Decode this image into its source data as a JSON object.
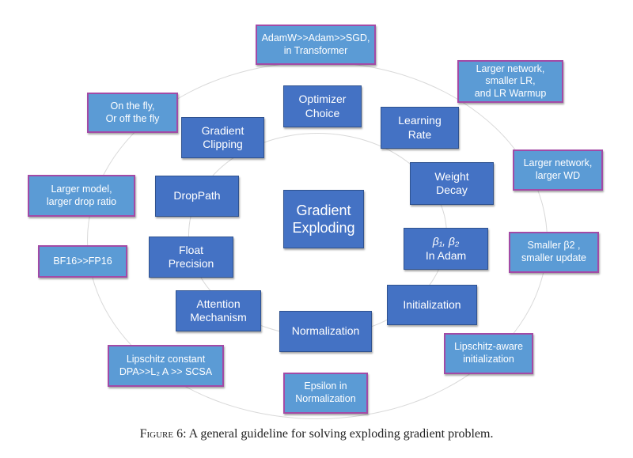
{
  "center": "Gradient\nExploding",
  "factors": {
    "optimizer": "Optimizer\nChoice",
    "learning_rate": "Learning\nRate",
    "weight_decay": "Weight\nDecay",
    "beta_symbols": "β₁, β₂",
    "beta_suffix": "In Adam",
    "initialization": "Initialization",
    "normalization": "Normalization",
    "attention": "Attention\nMechanism",
    "float_precision": "Float\nPrecision",
    "droppath": "DropPath",
    "gradient_clipping": "Gradient\nClipping"
  },
  "guidelines": {
    "optimizer": "AdamW>>Adam>>SGD,\nin Transformer",
    "learning_rate": "Larger network,\nsmaller LR,\nand LR Warmup",
    "weight_decay": "Larger network,\nlarger  WD",
    "beta2": "Smaller β2 ,\nsmaller update",
    "initialization": "Lipschitz-aware\ninitialization",
    "normalization": "Epsilon in\nNormalization",
    "attention": "Lipschitz constant\nDPA>>L₂ A >> SCSA",
    "float_precision": "BF16>>FP16",
    "droppath": "Larger model,\nlarger drop ratio",
    "gradient_clipping": "On the fly,\nOr off the fly"
  },
  "caption": {
    "label": "Figure 6",
    "text": "A general guideline for solving exploding gradient problem."
  }
}
